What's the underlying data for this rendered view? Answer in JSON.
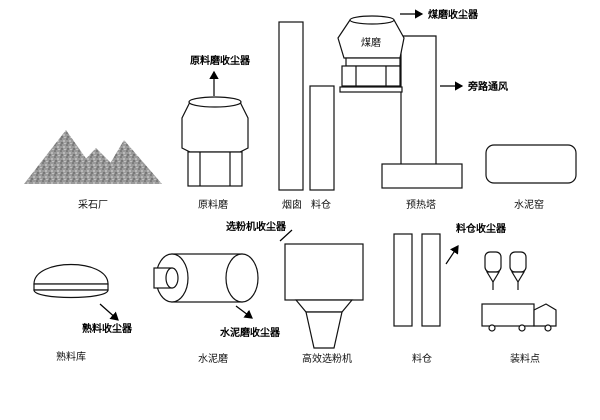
{
  "labels": {
    "quarry": "采石厂",
    "raw_mill": "原料磨",
    "chimney": "烟囱",
    "silo": "料仓",
    "preheater": "预热塔",
    "kiln": "水泥窑",
    "clinker_store": "熟料库",
    "cement_mill": "水泥磨",
    "separator": "高效选粉机",
    "silo2": "料仓",
    "loading": "装料点",
    "coal_mill": "煤磨"
  },
  "collectors": {
    "raw_mill_dc": "原料磨收尘器",
    "coal_mill_dc": "煤磨收尘器",
    "bypass": "旁路通风",
    "separator_dc": "选粉机收尘器",
    "silo_dc": "料仓收尘器",
    "clinker_dc": "熟料收尘器",
    "cement_mill_dc": "水泥磨收尘器"
  }
}
